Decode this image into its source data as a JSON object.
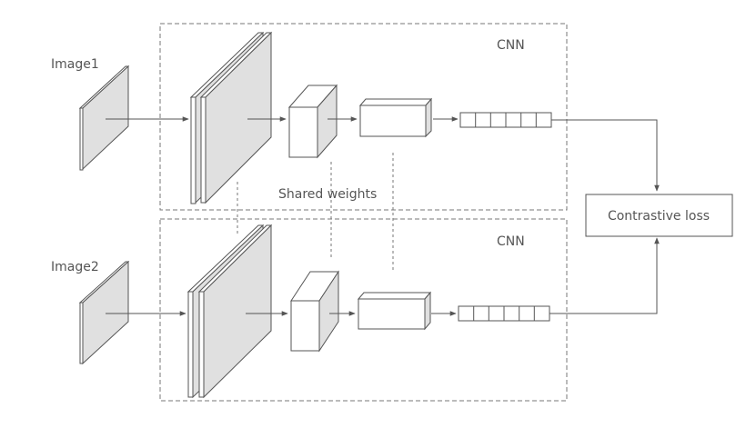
{
  "labels": {
    "image1": "Image1",
    "image2": "Image2",
    "cnn_top": "CNN",
    "cnn_bottom": "CNN",
    "shared_weights": "Shared weights",
    "contrastive_loss": "Contrastive loss"
  },
  "colors": {
    "stroke": "#555555",
    "dash": "#777777",
    "layer_fill": "#e0e0e0",
    "face_fill": "#ffffff",
    "text": "#555555"
  }
}
